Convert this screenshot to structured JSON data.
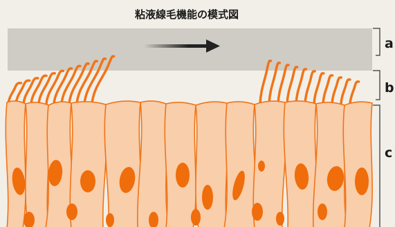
{
  "title": "粘液線毛機能の模式図",
  "layers": [
    {
      "id": "a",
      "label": "a"
    },
    {
      "id": "b",
      "label": "b"
    },
    {
      "id": "c",
      "label": "c"
    }
  ],
  "colors": {
    "background": "#f2efe8",
    "mucus_layer": "#cfccc5",
    "cell_fill": "#f9ceaa",
    "cell_outline": "#f07418",
    "nucleus": "#ef6d0b",
    "cilia": "#f07418",
    "arrow": "#222222",
    "bracket": "#555555"
  },
  "icons": {
    "flow_direction": "right-arrow-icon"
  }
}
